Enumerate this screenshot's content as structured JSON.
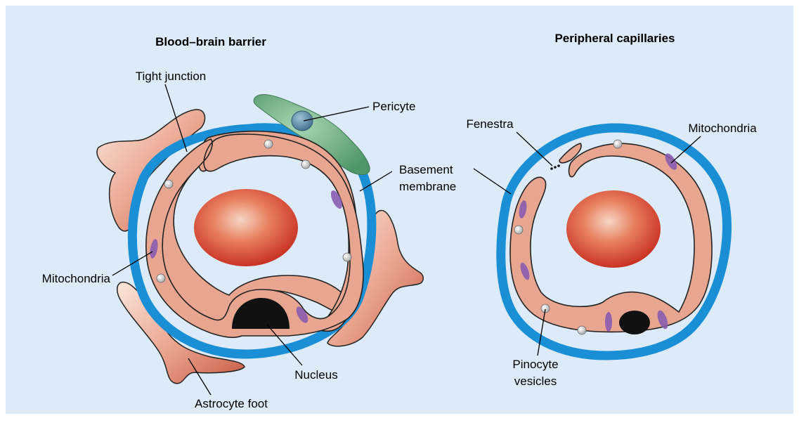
{
  "panels": {
    "left": {
      "title": "Blood–brain barrier",
      "labels": {
        "tight_junction": "Tight junction",
        "pericyte": "Pericyte",
        "basement_membrane_1": "Basement",
        "basement_membrane_2": "membrane",
        "mitochondria": "Mitochondria",
        "nucleus": "Nucleus",
        "astrocyte_foot": "Astrocyte foot"
      }
    },
    "right": {
      "title": "Peripheral capillaries",
      "labels": {
        "fenestra": "Fenestra",
        "mitochondria": "Mitochondria",
        "pinocyte_vesicles_1": "Pinocyte",
        "pinocyte_vesicles_2": "vesicles"
      }
    }
  },
  "colors": {
    "background": "#dcebf7",
    "basement_membrane": "#1a8fd6",
    "endothelium": "#e8a58f",
    "red_blood_cell": "#d9463a",
    "pericyte": "#5a9e72",
    "mitochondria": "#8a5cb0",
    "nucleus": "#111111"
  }
}
